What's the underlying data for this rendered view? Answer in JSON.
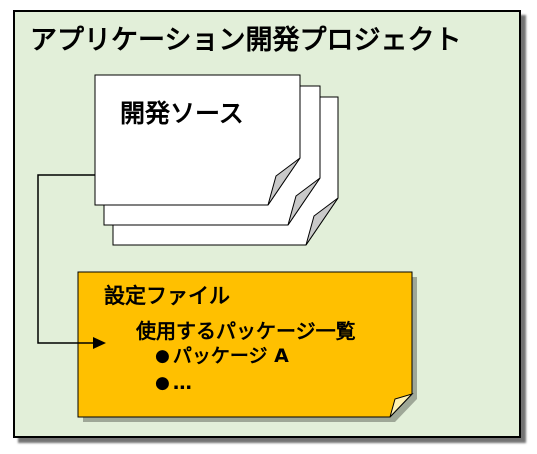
{
  "colors": {
    "frame_fill": "#e2efd9",
    "page_fill": "#ffffff",
    "page_fold": "#c9c9c9",
    "note_fill": "#ffc000",
    "note_fold": "#fff2b3",
    "line": "#000000"
  },
  "project": {
    "title": "アプリケーション開発プロジェクト"
  },
  "source_docs": {
    "label": "開発ソース"
  },
  "config_file": {
    "title": "設定ファイル",
    "subtitle": "使用するパッケージ一覧",
    "bullet": "●",
    "items": [
      "パッケージ A",
      "…"
    ]
  }
}
